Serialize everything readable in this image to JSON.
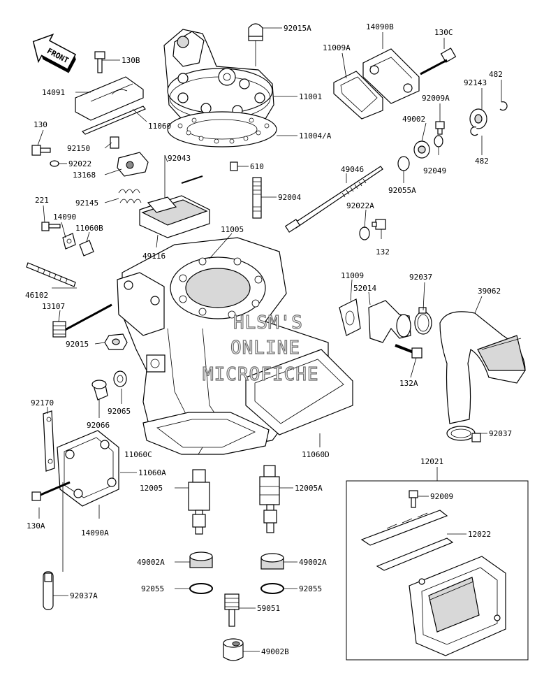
{
  "diagram": {
    "front_arrow_label": "FRONT",
    "watermark_lines": [
      "HLSM'S",
      "ONLINE",
      "MICROFICHE"
    ],
    "parts": {
      "p92015A": "92015A",
      "p14090B": "14090B",
      "p130C": "130C",
      "p130B": "130B",
      "p11009A": "11009A",
      "p11001": "11001",
      "p482a": "482",
      "p92143": "92143",
      "p14091": "14091",
      "p92009A": "92009A",
      "p11060": "11060",
      "p11004A": "11004/A",
      "p49002": "49002",
      "p130": "130",
      "p92150": "92150",
      "p92043": "92043",
      "p482b": "482",
      "p92022": "92022",
      "p610": "610",
      "p92049": "92049",
      "p13168": "13168",
      "p49046": "49046",
      "p92055A": "92055A",
      "p221": "221",
      "p92145": "92145",
      "p92004": "92004",
      "p92022A": "92022A",
      "p14090": "14090",
      "p11060B": "11060B",
      "p11005": "11005",
      "p132": "132",
      "p49116": "49116",
      "p11009": "11009",
      "p46102": "46102",
      "p52014": "52014",
      "p92037a": "92037",
      "p39062": "39062",
      "p13107": "13107",
      "p92015": "92015",
      "p132A": "132A",
      "p92170": "92170",
      "p92065": "92065",
      "p92066": "92066",
      "p92037b": "92037",
      "p11060C": "11060C",
      "p11060D": "11060D",
      "p12021": "12021",
      "p11060A": "11060A",
      "p12005": "12005",
      "p12005A": "12005A",
      "p92009": "92009",
      "p130A": "130A",
      "p14090A": "14090A",
      "p12022": "12022",
      "p49002Aa": "49002A",
      "p49002Ab": "49002A",
      "p92055a": "92055",
      "p92055b": "92055",
      "p92037A": "92037A",
      "p59051": "59051",
      "p49002B": "49002B"
    }
  }
}
